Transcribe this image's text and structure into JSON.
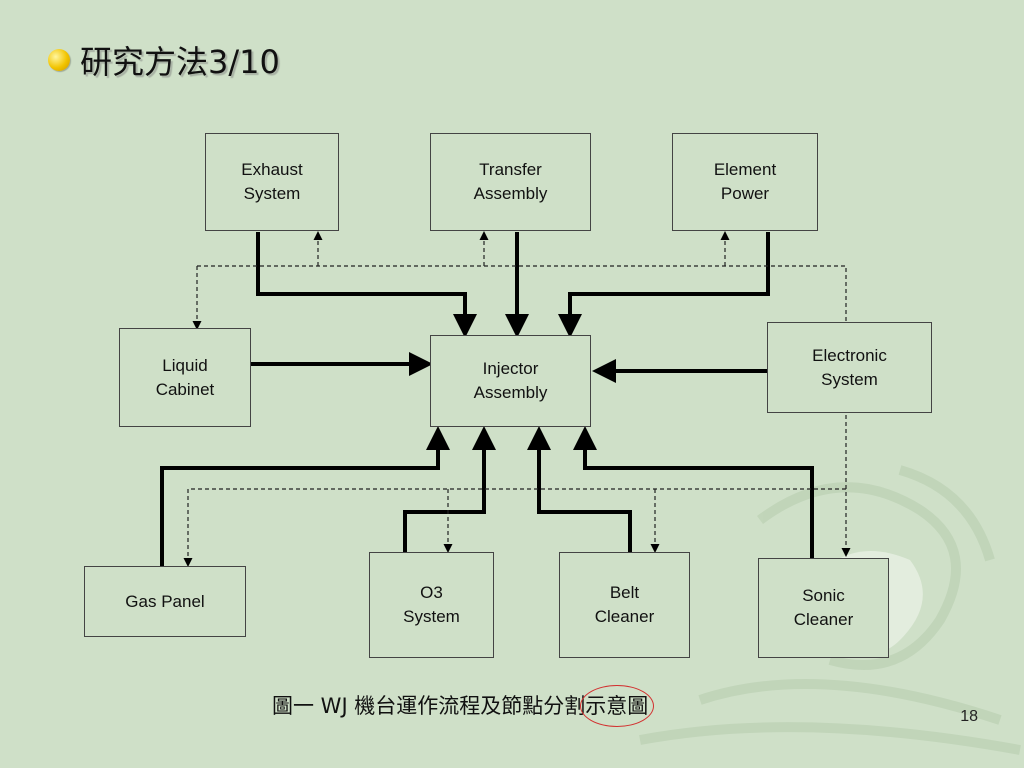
{
  "slide": {
    "title": "研究方法3/10",
    "caption": "圖一 WJ 機台運作流程及節點分割示意圖",
    "page_number": "18"
  },
  "nodes": {
    "exhaust": "Exhaust\nSystem",
    "transfer": "Transfer\nAssembly",
    "element": "Element\nPower",
    "liquid": "Liquid\nCabinet",
    "injector": "Injector\nAssembly",
    "electronic": "Electronic\nSystem",
    "gas": "Gas Panel",
    "o3": "O3\nSystem",
    "belt": "Belt\nCleaner",
    "sonic": "Sonic\nCleaner"
  },
  "colors": {
    "background": "#cfe0c8",
    "highlight": "#d23030"
  }
}
